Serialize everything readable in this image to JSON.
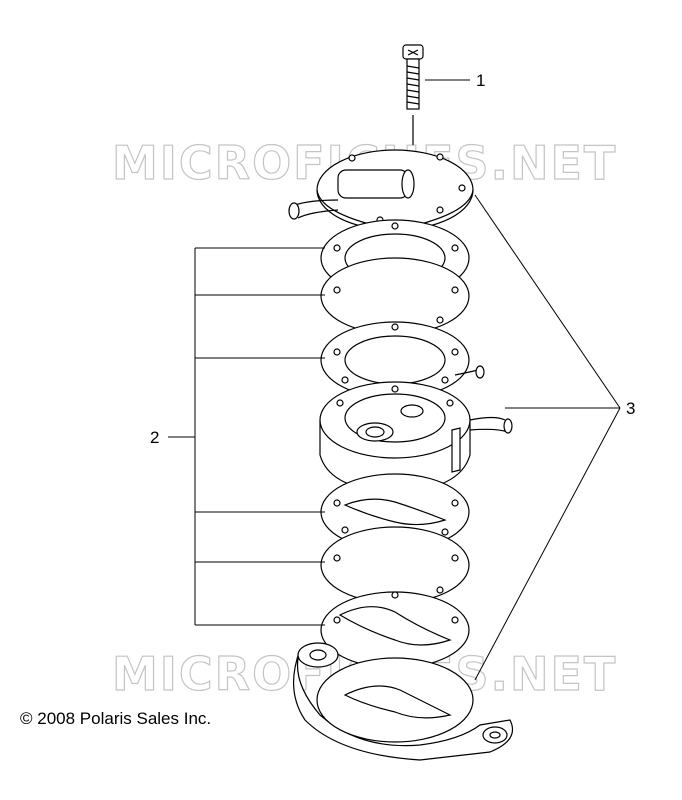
{
  "diagram": {
    "callouts": {
      "one": "1",
      "two": "2",
      "three": "3"
    },
    "watermark": "MICROFICHES.NET",
    "copyright": "© 2008 Polaris Sales Inc."
  }
}
